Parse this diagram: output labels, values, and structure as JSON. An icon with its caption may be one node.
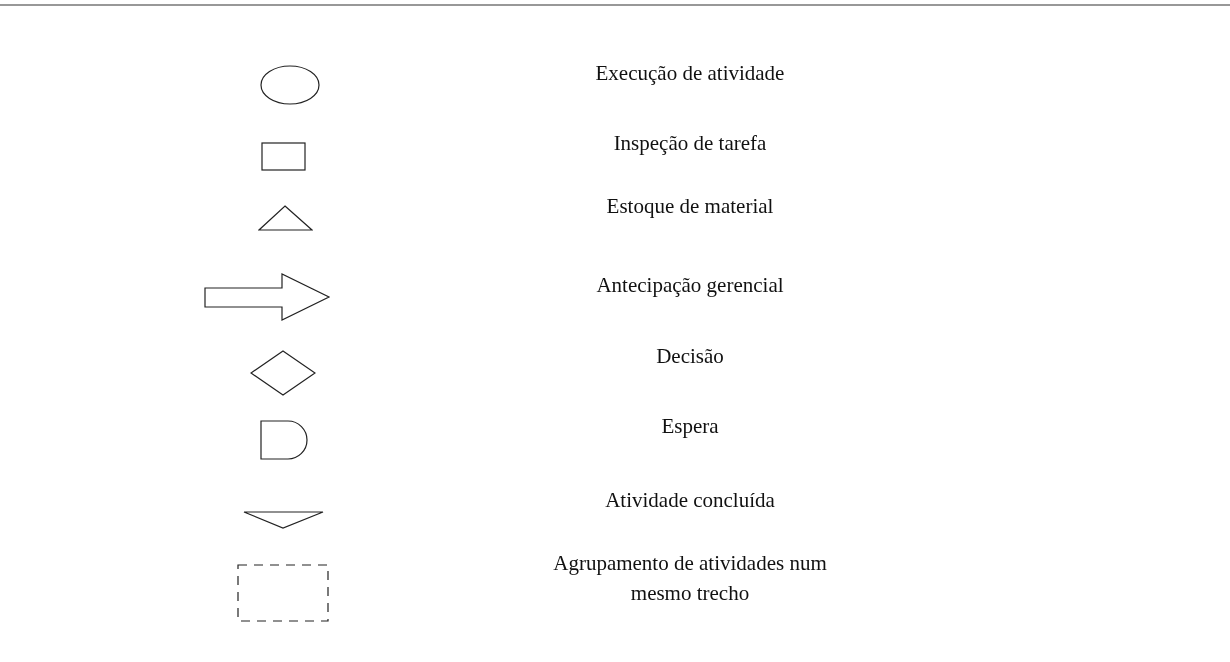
{
  "diagram": {
    "legend": [
      {
        "text": "Execução de atividade"
      },
      {
        "text": "Inspeção de tarefa"
      },
      {
        "text": "Estoque de material"
      },
      {
        "text": "Antecipação gerencial"
      },
      {
        "text": "Decisão"
      },
      {
        "text": "Espera"
      },
      {
        "text": "Atividade concluída"
      },
      {
        "text": "Agrupamento de atividades num mesmo trecho"
      }
    ]
  }
}
